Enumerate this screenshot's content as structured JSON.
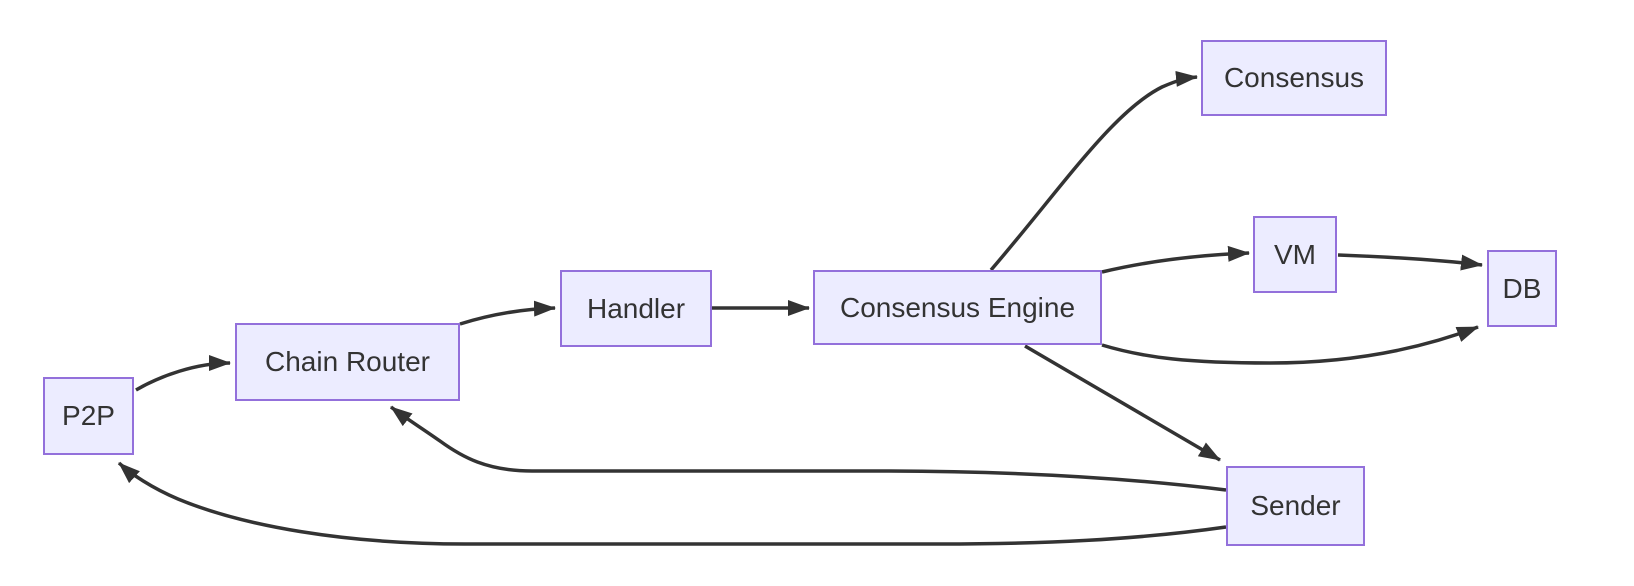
{
  "diagram": {
    "type": "flowchart",
    "direction": "left-to-right",
    "nodes": [
      {
        "id": "p2p",
        "label": "P2P"
      },
      {
        "id": "chain-router",
        "label": "Chain Router"
      },
      {
        "id": "handler",
        "label": "Handler"
      },
      {
        "id": "consensus-engine",
        "label": "Consensus Engine"
      },
      {
        "id": "consensus",
        "label": "Consensus"
      },
      {
        "id": "vm",
        "label": "VM"
      },
      {
        "id": "db",
        "label": "DB"
      },
      {
        "id": "sender",
        "label": "Sender"
      }
    ],
    "edges": [
      {
        "from": "P2P",
        "to": "Chain Router"
      },
      {
        "from": "Chain Router",
        "to": "Handler"
      },
      {
        "from": "Handler",
        "to": "Consensus Engine"
      },
      {
        "from": "Consensus Engine",
        "to": "Consensus"
      },
      {
        "from": "Consensus Engine",
        "to": "VM"
      },
      {
        "from": "VM",
        "to": "DB"
      },
      {
        "from": "Consensus Engine",
        "to": "DB"
      },
      {
        "from": "Consensus Engine",
        "to": "Sender"
      },
      {
        "from": "Sender",
        "to": "Chain Router"
      },
      {
        "from": "Sender",
        "to": "P2P"
      }
    ],
    "colors": {
      "node_fill": "#ECECFF",
      "node_border": "#9370DB",
      "edge_stroke": "#333333",
      "text": "#333333",
      "background": "#FFFFFF"
    }
  }
}
